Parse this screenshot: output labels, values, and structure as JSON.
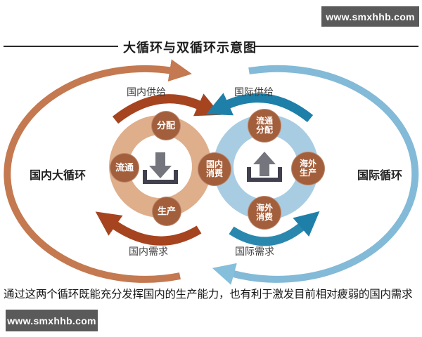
{
  "site_badge_top": "www.smxhhb.com",
  "site_badge_bottom": "www.smxhhb.com",
  "title": "大循环与双循环示意图",
  "diagram": {
    "left_loop_label": "国内大循环",
    "right_loop_label": "国际循环",
    "flow_labels": {
      "top_left": "国内供给",
      "top_right": "国际供给",
      "bottom_left": "国内需求",
      "bottom_right": "国际需求"
    },
    "left_nodes": {
      "top": "分配",
      "left": "流通",
      "bottom": "生产"
    },
    "center_node": "国内\n消费",
    "right_nodes": {
      "top": "流通\n分配",
      "right": "海外\n生产",
      "bottom": "海外\n消费"
    },
    "icons": {
      "left_center": "download-icon",
      "right_center": "upload-icon"
    }
  },
  "caption": "通过这两个循环既能充分发挥国内的生产能力，也有利于激发目前相对疲弱的国内需求",
  "colors": {
    "domestic_ring": "#dfae8b",
    "domestic_arc_dark": "#a64420",
    "domestic_loop_light": "#c47950",
    "node_brown": "#a35f3c",
    "international_ring": "#a8cde2",
    "international_arc_dark": "#1e7fa9",
    "international_loop_light": "#83bad7",
    "icon_arrow_gray": "#75757e",
    "icon_tray_dark": "#40404e",
    "badge_bg": "#5a5a5a"
  }
}
